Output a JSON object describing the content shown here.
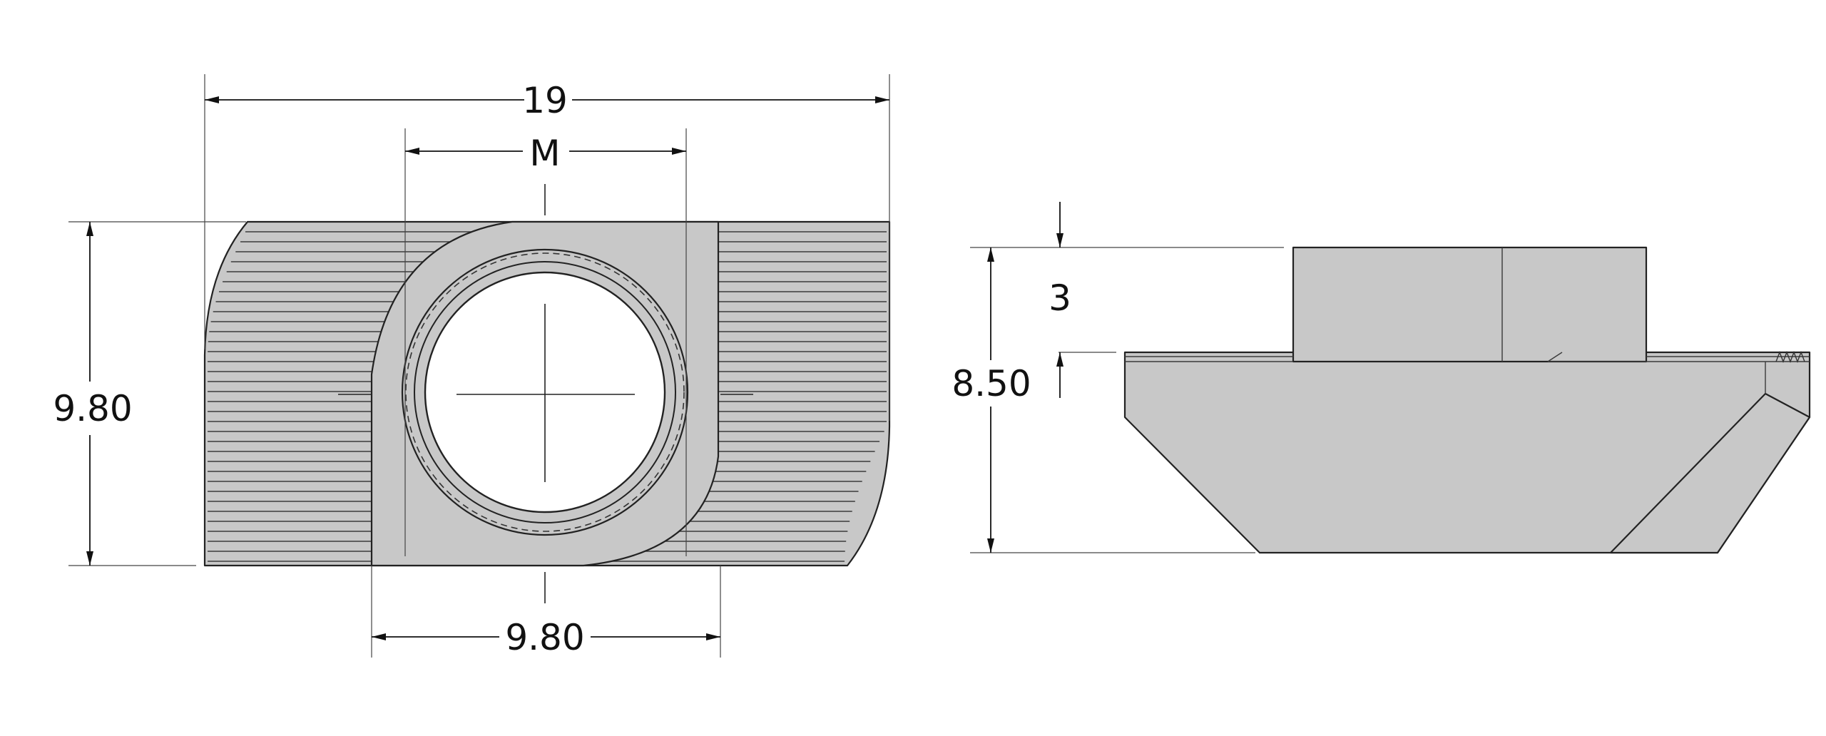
{
  "dimensions": {
    "overall_width": "19",
    "thread": "M",
    "height_left": "9.80",
    "bottom_width": "9.80",
    "total_height": "8.50",
    "top_height": "3"
  },
  "colors": {
    "part_fill": "#c8c8c8",
    "outline": "#222222",
    "background": "#ffffff"
  }
}
